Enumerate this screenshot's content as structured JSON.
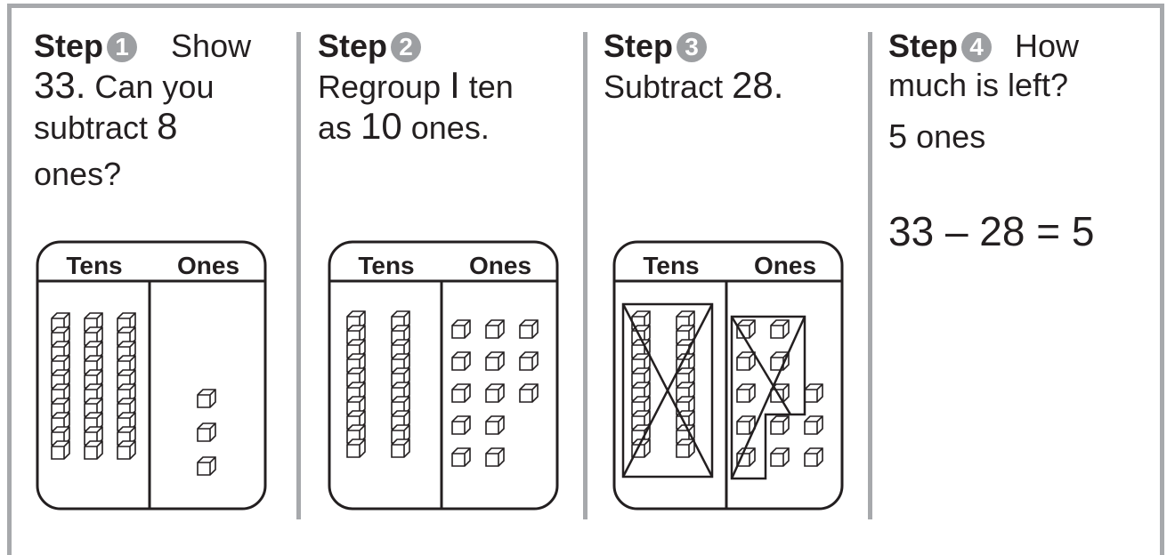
{
  "steps": [
    {
      "label": "Step",
      "number": "1",
      "line1_after": "Show",
      "line2_num": "33.",
      "line2_text": " Can you",
      "line3_text": "subtract ",
      "line3_num": "8",
      "line4_text": "ones?"
    },
    {
      "label": "Step",
      "number": "2",
      "line2_text": "Regroup ",
      "line2_num": "I",
      "line2_after": " ten",
      "line3_text": "as ",
      "line3_num": "10",
      "line3_after": " ones."
    },
    {
      "label": "Step",
      "number": "3",
      "line2_text": "Subtract ",
      "line2_num": "28."
    },
    {
      "label": "Step",
      "number": "4",
      "line1_after": "How",
      "line2_text": "much is left?",
      "result_num": "5",
      "result_text": " ones",
      "equation": "33 – 28 = 5"
    }
  ],
  "place_value_charts": [
    {
      "tens_header": "Tens",
      "ones_header": "Ones",
      "tens_rods": 3,
      "ones_cubes": 3,
      "crossed": false
    },
    {
      "tens_header": "Tens",
      "ones_header": "Ones",
      "tens_rods": 2,
      "ones_cubes": 13,
      "crossed": false
    },
    {
      "tens_header": "Tens",
      "ones_header": "Ones",
      "tens_rods": 2,
      "ones_cubes": 13,
      "crossed_tens": 2,
      "crossed_ones": 8
    }
  ]
}
